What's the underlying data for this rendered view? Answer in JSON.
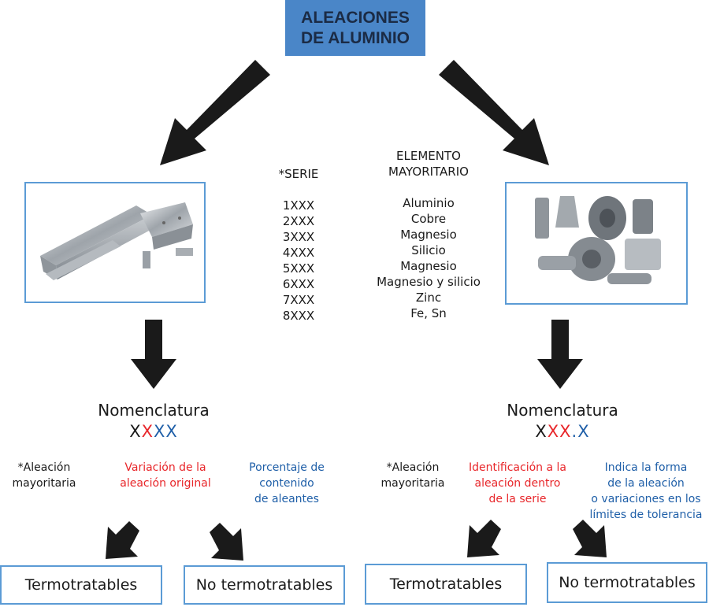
{
  "title": {
    "line1": "ALEACIONES",
    "line2": "DE ALUMINIO"
  },
  "left_image": {
    "description_icon": "aluminum-profiles-photo"
  },
  "right_image": {
    "description_icon": "aluminum-cast-parts-photo"
  },
  "series": {
    "header": "*SERIE",
    "items": [
      "1XXX",
      "2XXX",
      "3XXX",
      "4XXX",
      "5XXX",
      "6XXX",
      "7XXX",
      "8XXX"
    ]
  },
  "elements": {
    "header_line1": "ELEMENTO",
    "header_line2": "MAYORITARIO",
    "items": [
      "Aluminio",
      "Cobre",
      "Magnesio",
      "Silicio",
      "Magnesio",
      "Magnesio y silicio",
      "Zinc",
      "Fe, Sn"
    ]
  },
  "left": {
    "nomenclature": "Nomenclatura",
    "code": {
      "part1": "X",
      "part2": "X",
      "part3": "XX"
    },
    "captions": {
      "a": {
        "line1": "*Aleación",
        "line2": "mayoritaria"
      },
      "b": {
        "line1": "Variación de la",
        "line2": "aleación original"
      },
      "c": {
        "line1": "Porcentaje de",
        "line2": "contenido",
        "line3": "de aleantes"
      }
    },
    "box1": "Termotratables",
    "box2": "No termotratables"
  },
  "right": {
    "nomenclature": "Nomenclatura",
    "code": {
      "part1": "X",
      "part2": "XX",
      "part3": ".X"
    },
    "captions": {
      "a": {
        "line1": "*Aleación",
        "line2": "mayoritaria"
      },
      "b": {
        "line1": "Identificación a la",
        "line2": "aleación dentro",
        "line3": "de la serie"
      },
      "c": {
        "line1": "Indica la forma",
        "line2": "de la aleación",
        "line3": "o variaciones en los",
        "line4": "límites de tolerancia"
      }
    },
    "box1": "Termotratables",
    "box2": "No termotratables"
  },
  "colors": {
    "accent_blue": "#4a86c8",
    "red": "#e8262a",
    "blue_text": "#1f5fa8",
    "border": "#5b9bd5"
  }
}
